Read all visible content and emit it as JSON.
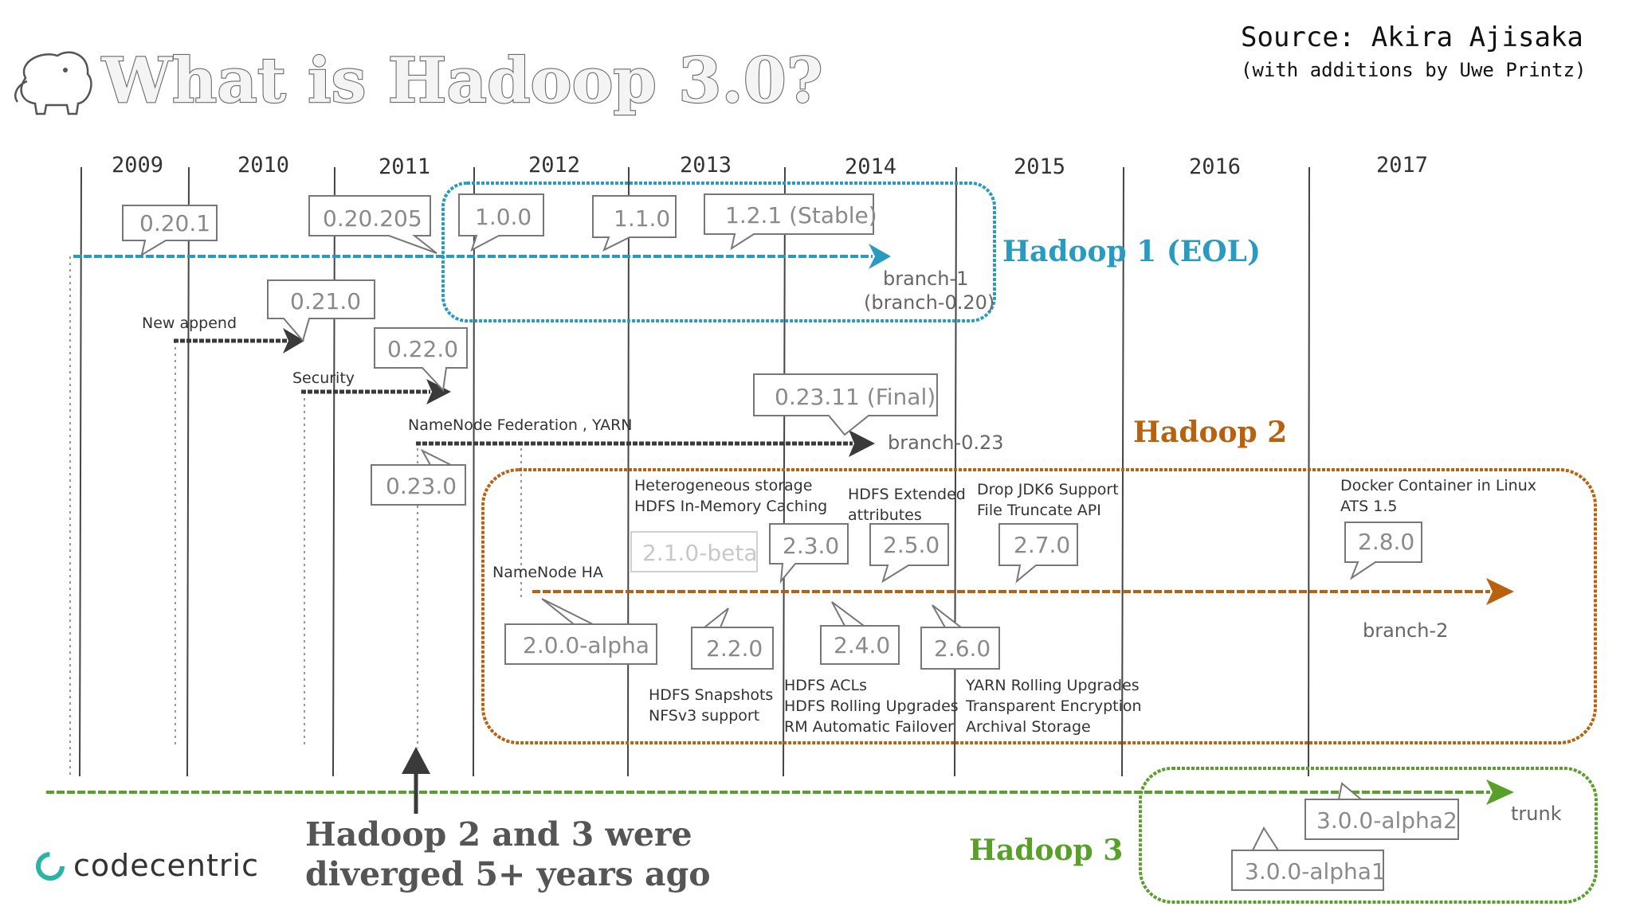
{
  "title": "What is Hadoop 3.0?",
  "source": {
    "line1": "Source: Akira Ajisaka",
    "line2": "(with additions by Uwe Printz)"
  },
  "logo": {
    "text": "codecentric",
    "icon": "elephant-icon"
  },
  "years": [
    "2009",
    "2010",
    "2011",
    "2012",
    "2013",
    "2014",
    "2015",
    "2016",
    "2017"
  ],
  "colors": {
    "hadoop1": "#2a9bc0",
    "hadoop2": "#b8620f",
    "hadoop3": "#58a02a",
    "dark": "#3a3a3a"
  },
  "groups": {
    "hadoop1": "Hadoop 1 (EOL)",
    "hadoop2": "Hadoop 2",
    "hadoop3": "Hadoop 3"
  },
  "branches": {
    "branch1": [
      "branch-1",
      "(branch-0.20)"
    ],
    "branch023": "branch-0.23",
    "branch2": "branch-2",
    "trunk": "trunk"
  },
  "versions": {
    "v0201": "0.20.1",
    "v020205": "0.20.205",
    "v100": "1.0.0",
    "v110": "1.1.0",
    "v121": "1.2.1 (Stable)",
    "v0210": "0.21.0",
    "v0220": "0.22.0",
    "v02311": "0.23.11 (Final)",
    "v0230": "0.23.0",
    "v210": "2.1.0-beta",
    "v230": "2.3.0",
    "v250": "2.5.0",
    "v270": "2.7.0",
    "v280": "2.8.0",
    "v200": "2.0.0-alpha",
    "v220": "2.2.0",
    "v240": "2.4.0",
    "v260": "2.6.0",
    "v300a2": "3.0.0-alpha2",
    "v300a1": "3.0.0-alpha1"
  },
  "features": {
    "new_append": "New append",
    "security": "Security",
    "nn_fed": "NameNode Federation , YARN",
    "nn_ha": "NameNode HA",
    "hetero": [
      "Heterogeneous storage",
      "HDFS In-Memory Caching"
    ],
    "hdfs_ext": [
      "HDFS Extended",
      "attributes"
    ],
    "jdk6": [
      "Drop JDK6 Support",
      "File Truncate API"
    ],
    "docker": [
      "Docker Container in Linux",
      "ATS 1.5"
    ],
    "snapshots": [
      "HDFS Snapshots",
      "NFSv3 support"
    ],
    "acls": [
      "HDFS ACLs",
      "HDFS Rolling Upgrades",
      "RM Automatic Failover"
    ],
    "yarn_rolling": [
      "YARN Rolling Upgrades",
      "Transparent Encryption",
      "Archival Storage"
    ]
  },
  "message": [
    "Hadoop 2 and 3 were",
    "diverged 5+ years ago"
  ]
}
